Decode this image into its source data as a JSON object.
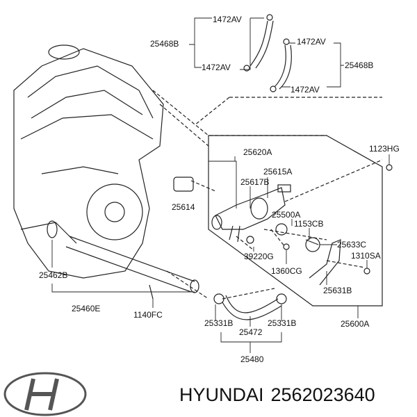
{
  "diagram": {
    "labels": [
      "1472AV",
      "25468B",
      "1472AV",
      "1472AV",
      "25468B",
      "1472AV",
      "25620A",
      "25615A",
      "25617B",
      "1123HG",
      "25614",
      "25500A",
      "1153CB",
      "39220G",
      "25633C",
      "1310SA",
      "1360CG",
      "25631B",
      "25462B",
      "25460E",
      "1140FC",
      "25331B",
      "25472",
      "25331B",
      "25600A",
      "25480"
    ]
  },
  "caption": {
    "brand": "HYUNDAI",
    "part_number": "2562023640"
  },
  "logo": {
    "name": "hyundai-logo",
    "text": "H"
  },
  "colors": {
    "line": "#222222",
    "background": "#ffffff"
  }
}
